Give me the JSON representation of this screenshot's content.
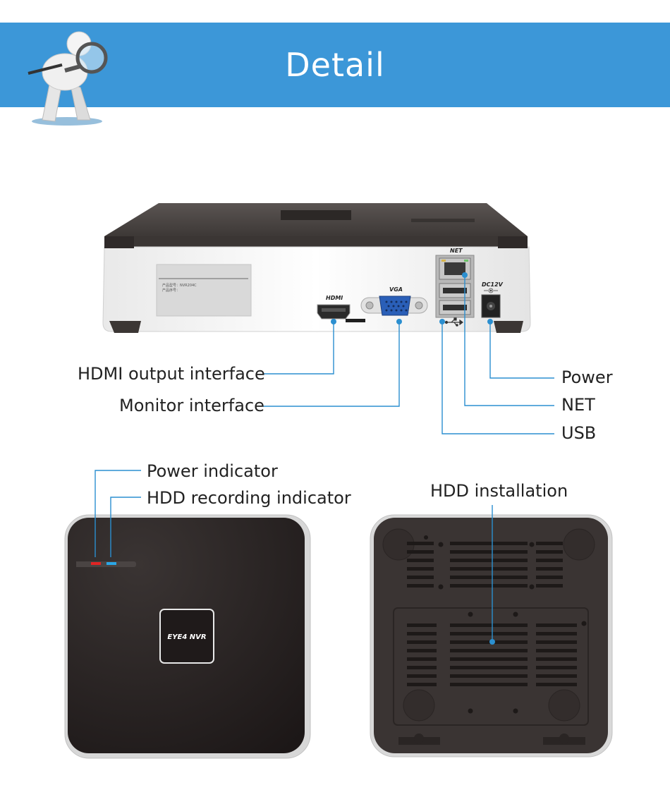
{
  "header": {
    "title": "Detail",
    "accent_color": "#3c97d8"
  },
  "back_panel": {
    "port_labels": {
      "hdmi": "HDMI",
      "vga": "VGA",
      "net": "NET",
      "dc": "DC12V"
    },
    "sticker_lines": [
      "产品型号：NVR204C",
      "产品序号："
    ]
  },
  "callouts": {
    "hdmi_output": "HDMI output interface",
    "monitor": "Monitor interface",
    "power": "Power",
    "net": "NET",
    "usb": "USB",
    "power_indicator": "Power indicator",
    "hdd_recording_indicator": "HDD recording indicator",
    "hdd_installation": "HDD installation"
  },
  "front_panel": {
    "logo": "EYE4 NVR"
  },
  "line_color": "#2b8fd0",
  "icons": [
    "magnifier-mascot-icon",
    "usb-symbol-icon",
    "dc-polarity-icon"
  ]
}
